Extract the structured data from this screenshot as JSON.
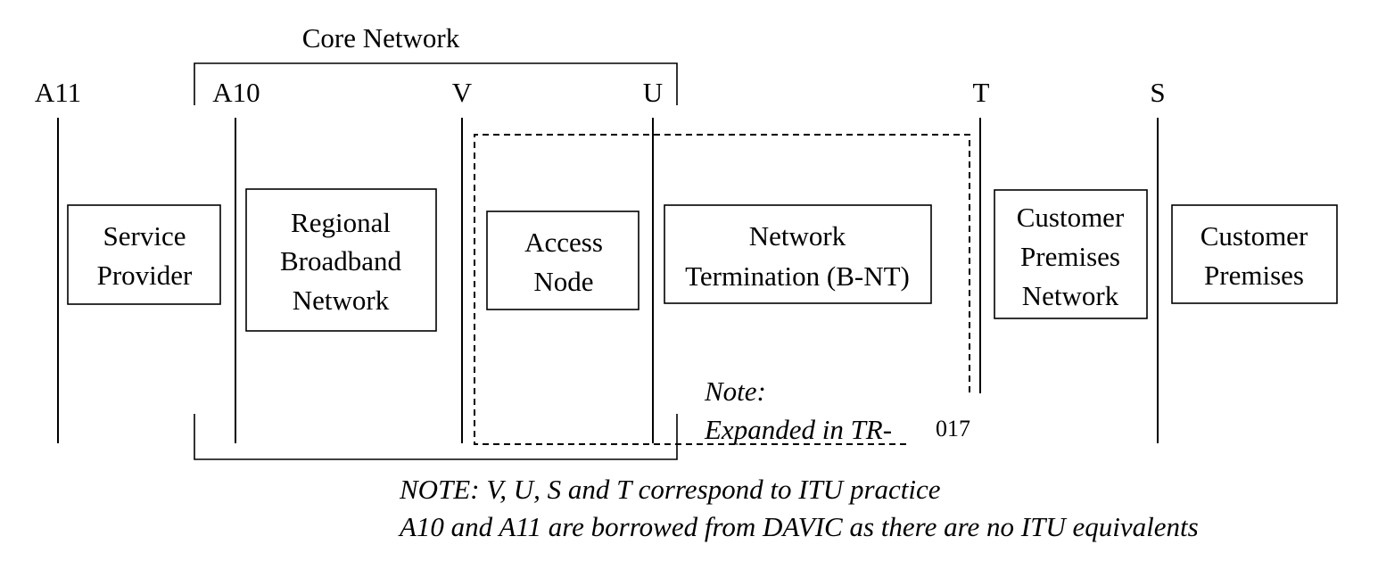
{
  "core_network_label": "Core Network",
  "reference_points": {
    "a11": "A11",
    "a10": "A10",
    "v": "V",
    "u": "U",
    "t": "T",
    "s": "S"
  },
  "boxes": {
    "service_provider": [
      "Service",
      "Provider"
    ],
    "regional_broadband_network": [
      "Regional",
      "Broadband",
      "Network"
    ],
    "access_node": [
      "Access",
      "Node"
    ],
    "network_termination": [
      "Network",
      "Termination (B-NT)"
    ],
    "customer_premises_network": [
      "Customer",
      "Premises",
      "Network"
    ],
    "customer_premises": [
      "Customer",
      "Premises"
    ]
  },
  "inner_note": {
    "line1": "Note:",
    "line2": "Expanded in TR-",
    "line2_suffix": "017"
  },
  "footnote": {
    "line1": "NOTE: V, U, S and T correspond to ITU practice",
    "line2": "A10 and A11 are borrowed from DAVIC as there are no ITU equivalents"
  }
}
